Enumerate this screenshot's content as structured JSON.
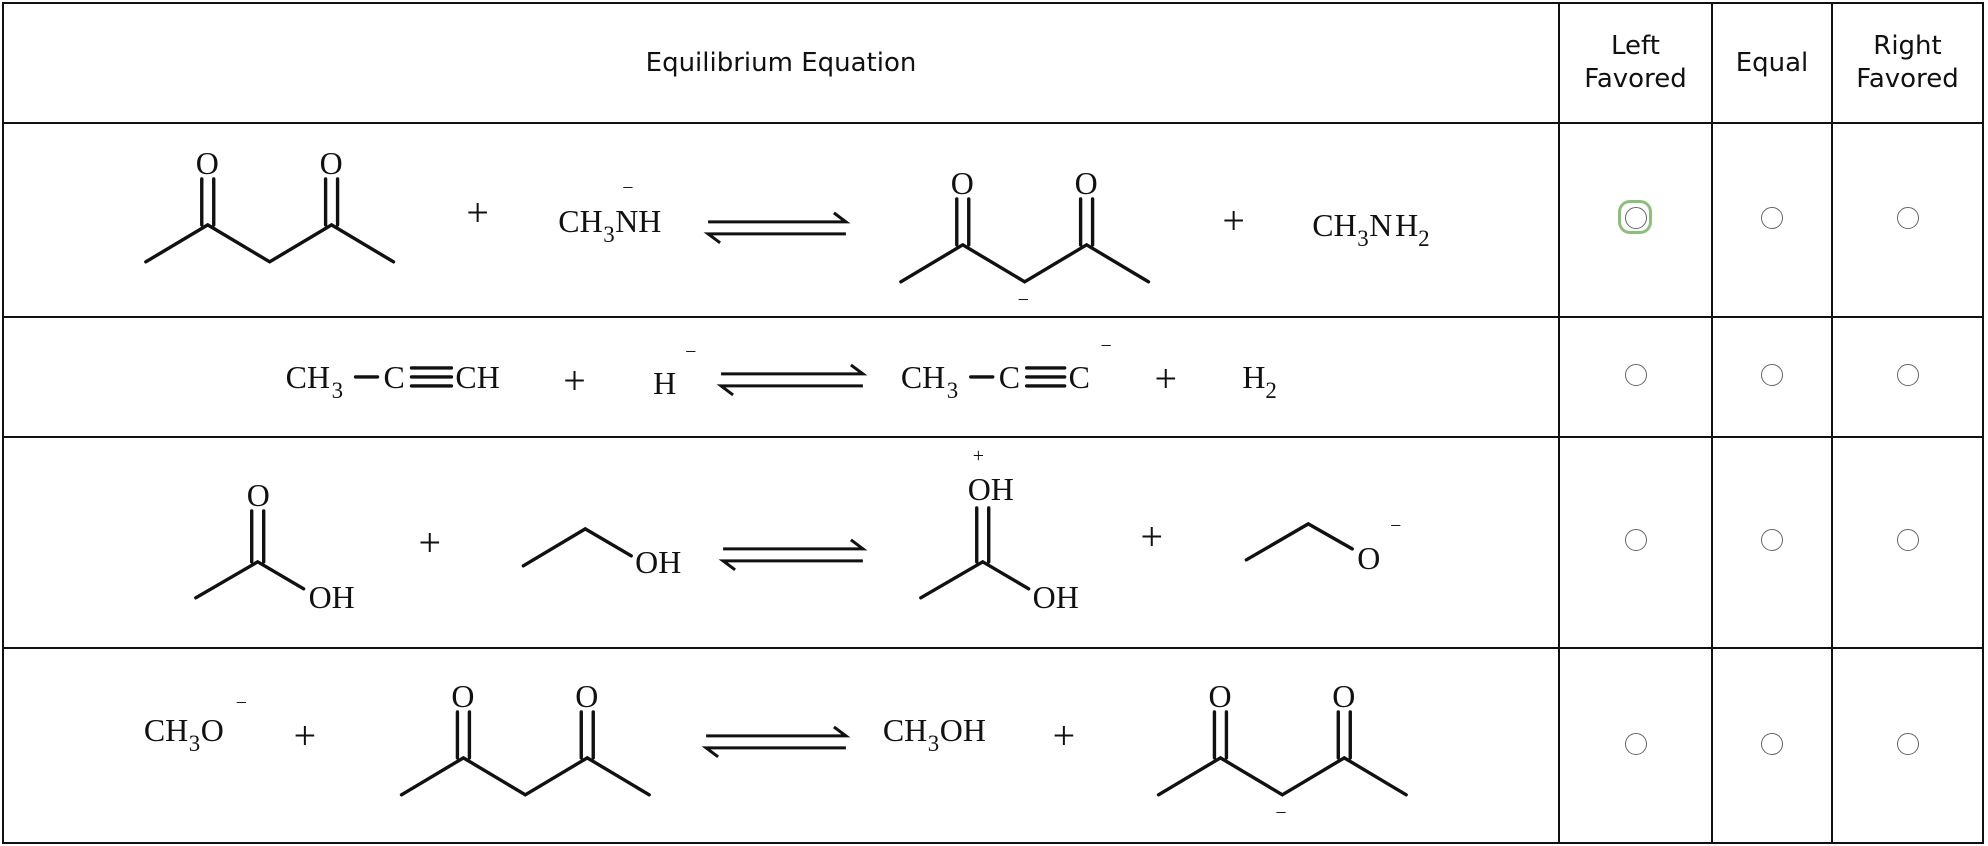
{
  "header": {
    "equation": "Equilibrium Equation",
    "left": [
      "Left",
      "Favored"
    ],
    "equal": "Equal",
    "right": [
      "Right",
      "Favored"
    ]
  },
  "symbols": {
    "plus": "+",
    "minus": "−",
    "positive": "+"
  },
  "chem": {
    "O": "O",
    "OH": "OH",
    "CH": "CH",
    "C": "C",
    "NH": "NH",
    "NH2": "NH",
    "H": "H",
    "sub2": "2",
    "sub3": "3",
    "CH3": "CH",
    "CH3O": "CH",
    "O_suffix": "O",
    "OH_suffix": "OH",
    "N": "N"
  },
  "rows": [
    {
      "id": "row-1",
      "selected": "left"
    },
    {
      "id": "row-2",
      "selected": null
    },
    {
      "id": "row-3",
      "selected": null
    },
    {
      "id": "row-4",
      "selected": null
    }
  ]
}
